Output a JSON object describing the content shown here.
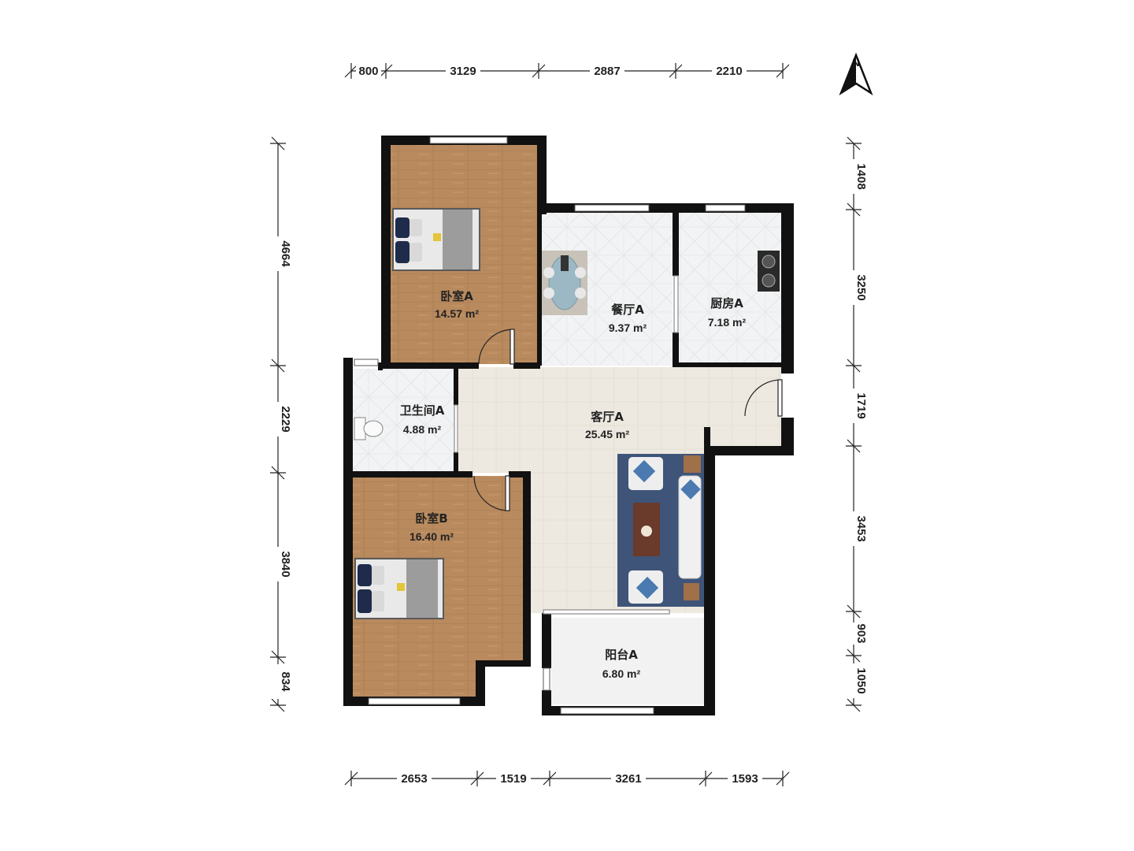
{
  "compass": {
    "icon": "north-arrow-icon",
    "label": "N"
  },
  "dimensions": {
    "top": [
      "800",
      "3129",
      "2887",
      "2210"
    ],
    "bottom": [
      "2653",
      "1519",
      "3261",
      "1593"
    ],
    "left": [
      "4664",
      "2229",
      "3840",
      "834"
    ],
    "right": [
      "1408",
      "3250",
      "1719",
      "3453",
      "903",
      "1050"
    ]
  },
  "rooms": {
    "bedroom_a": {
      "name": "卧室A",
      "area": "14.57 m²"
    },
    "dining_a": {
      "name": "餐厅A",
      "area": "9.37 m²"
    },
    "kitchen_a": {
      "name": "厨房A",
      "area": "7.18 m²"
    },
    "bathroom_a": {
      "name": "卫生间A",
      "area": "4.88 m²"
    },
    "living_a": {
      "name": "客厅A",
      "area": "25.45 m²"
    },
    "bedroom_b": {
      "name": "卧室B",
      "area": "16.40 m²"
    },
    "balcony_a": {
      "name": "阳台A",
      "area": "6.80 m²"
    }
  },
  "colors": {
    "wood": "#b88a5e",
    "tile": "#f1f2f3",
    "living_floor": "#ece8df",
    "wall": "#111111",
    "rug": "#3f5479"
  }
}
